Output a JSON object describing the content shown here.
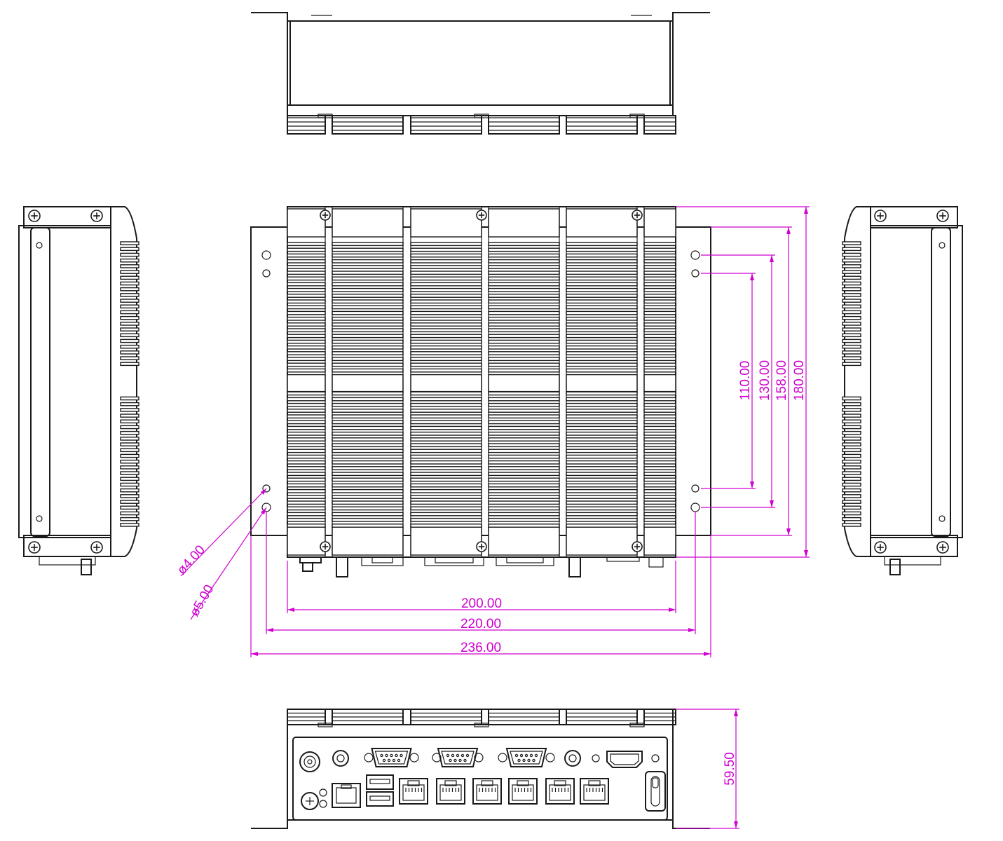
{
  "dimensions": {
    "width_200": "200.00",
    "width_220": "220.00",
    "width_236": "236.00",
    "height_110": "110.00",
    "height_130": "130.00",
    "height_158": "158.00",
    "height_180": "180.00",
    "depth_59_5": "59.50",
    "hole_4": "ø4.00",
    "hole_5": "ø5.00"
  },
  "colors": {
    "outline": "#1a1a1a",
    "dimension": "#d000d0",
    "background": "#ffffff"
  }
}
